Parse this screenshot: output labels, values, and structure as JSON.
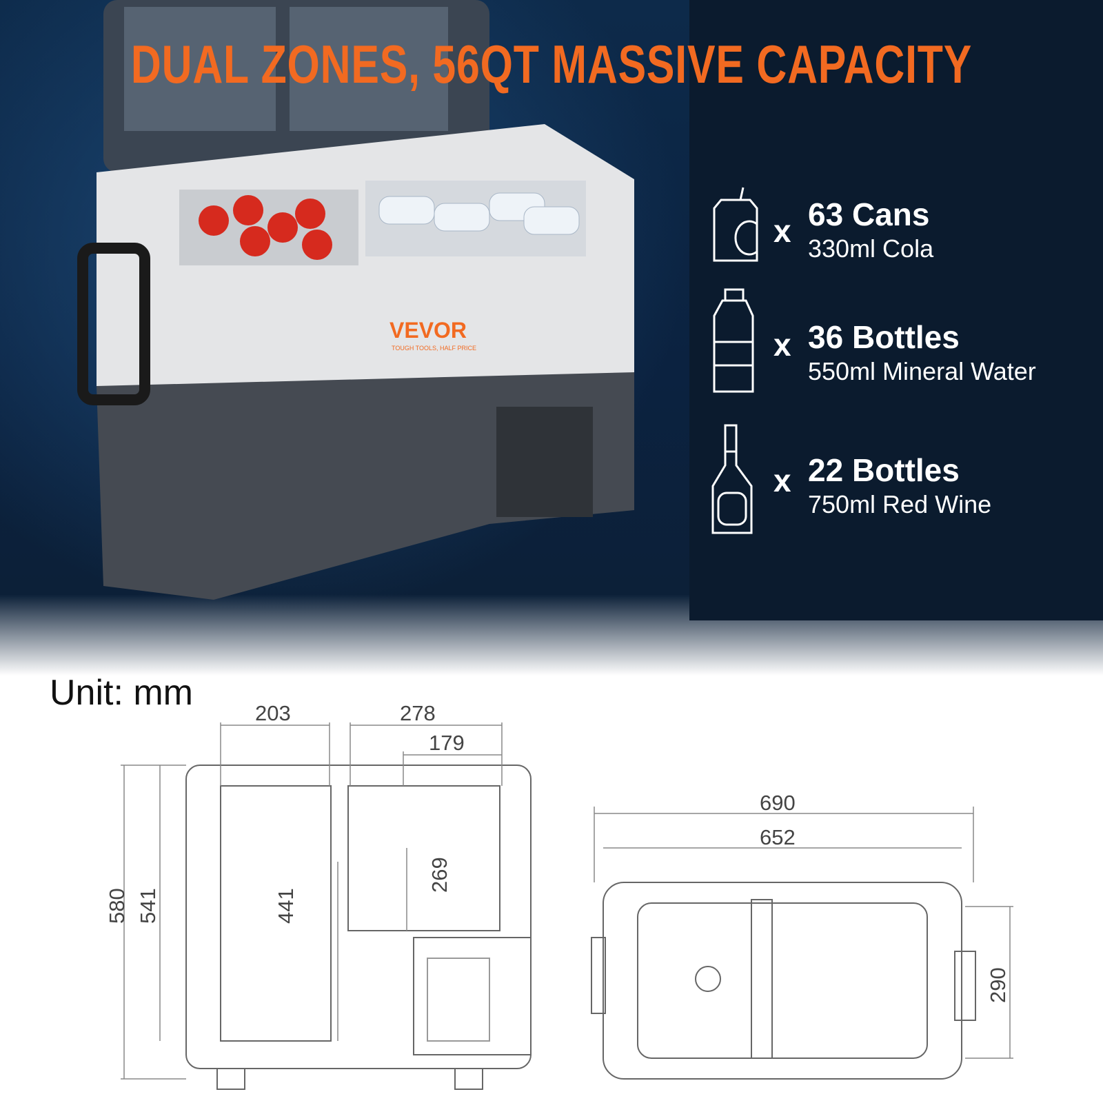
{
  "title": "DUAL ZONES, 56QT MASSIVE CAPACITY",
  "brand": {
    "logo": "VEVOR",
    "tagline": "TOUGH TOOLS, HALF PRICE"
  },
  "capacity": [
    {
      "icon": "can-icon",
      "count": "63 Cans",
      "desc": "330ml Cola"
    },
    {
      "icon": "water-bottle-icon",
      "count": "36 Bottles",
      "desc": "550ml Mineral Water"
    },
    {
      "icon": "wine-bottle-icon",
      "count": "22 Bottles",
      "desc": "750ml Red Wine"
    }
  ],
  "multiplier": "x",
  "unit_label": "Unit: mm",
  "dimensions": {
    "front": {
      "w1": "203",
      "w2": "278",
      "w3": "179",
      "h_total": "580",
      "h_body": "541",
      "h_left": "441",
      "h_right": "269"
    },
    "top": {
      "length_total": "690",
      "length_body": "652",
      "depth": "290"
    }
  },
  "colors": {
    "accent": "#f26a21",
    "background": "#0b2240"
  }
}
